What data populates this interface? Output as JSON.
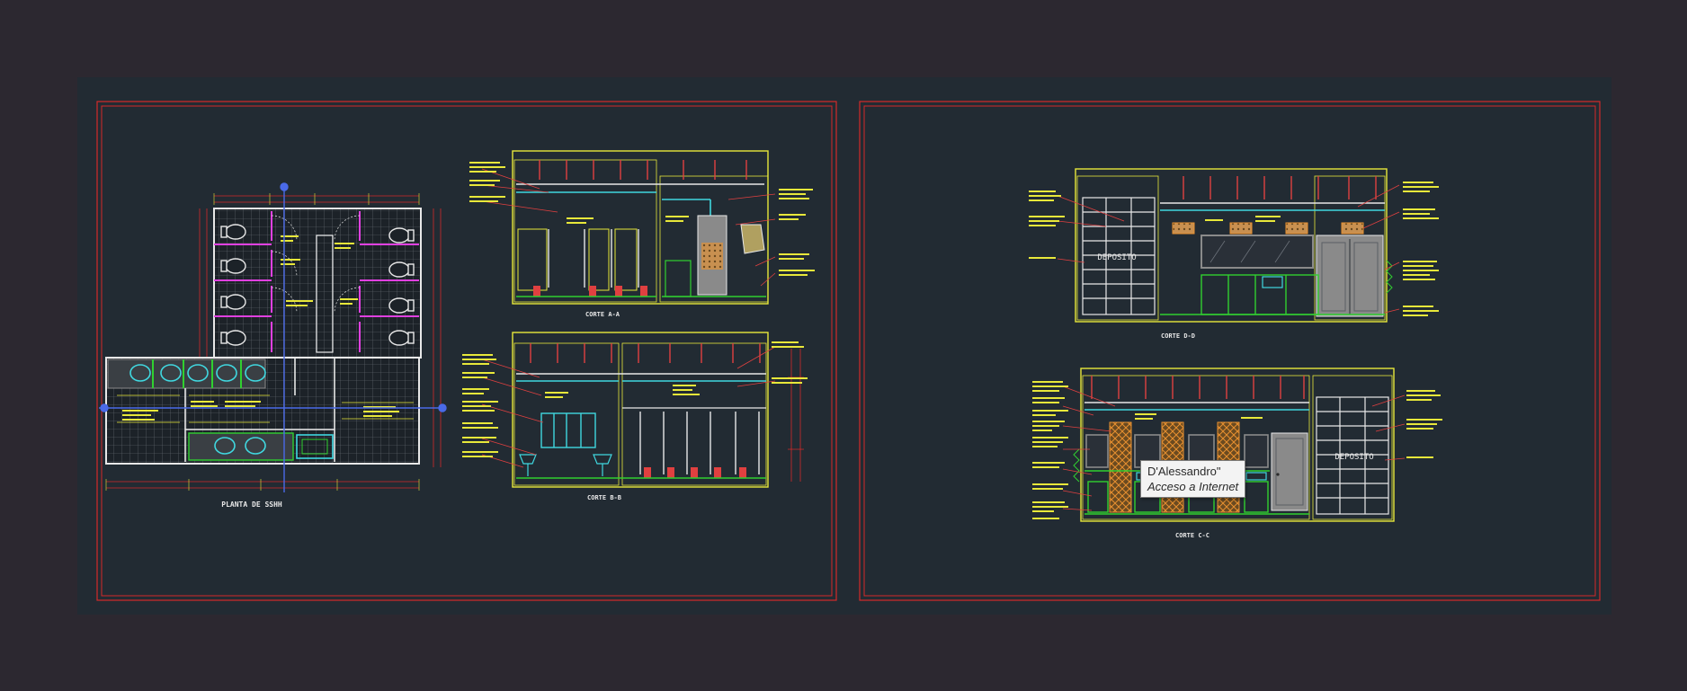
{
  "colors": {
    "app_background": "#2c2830",
    "paper": "#222b33",
    "frame": "#d42a2a",
    "yellow": "#e8e83a",
    "white": "#e8e8e8",
    "red": "#e04040",
    "magenta": "#e040e0",
    "cyan": "#40d8e0",
    "green": "#30d030",
    "orange": "#e89030",
    "gray": "#8a8a8a"
  },
  "sheets": [
    {
      "drawings": [
        {
          "title": "PLANTA DE SSHH"
        },
        {
          "title": "CORTE A-A"
        },
        {
          "title": "CORTE B-B"
        }
      ]
    },
    {
      "drawings": [
        {
          "title": "CORTE D-D",
          "labels": [
            "DEPOSITO"
          ]
        },
        {
          "title": "CORTE C-C",
          "labels": [
            "DEPOSITO"
          ]
        }
      ]
    }
  ],
  "tooltip": {
    "title": "D'Alessandro\"",
    "subtitle": "Acceso a Internet"
  }
}
